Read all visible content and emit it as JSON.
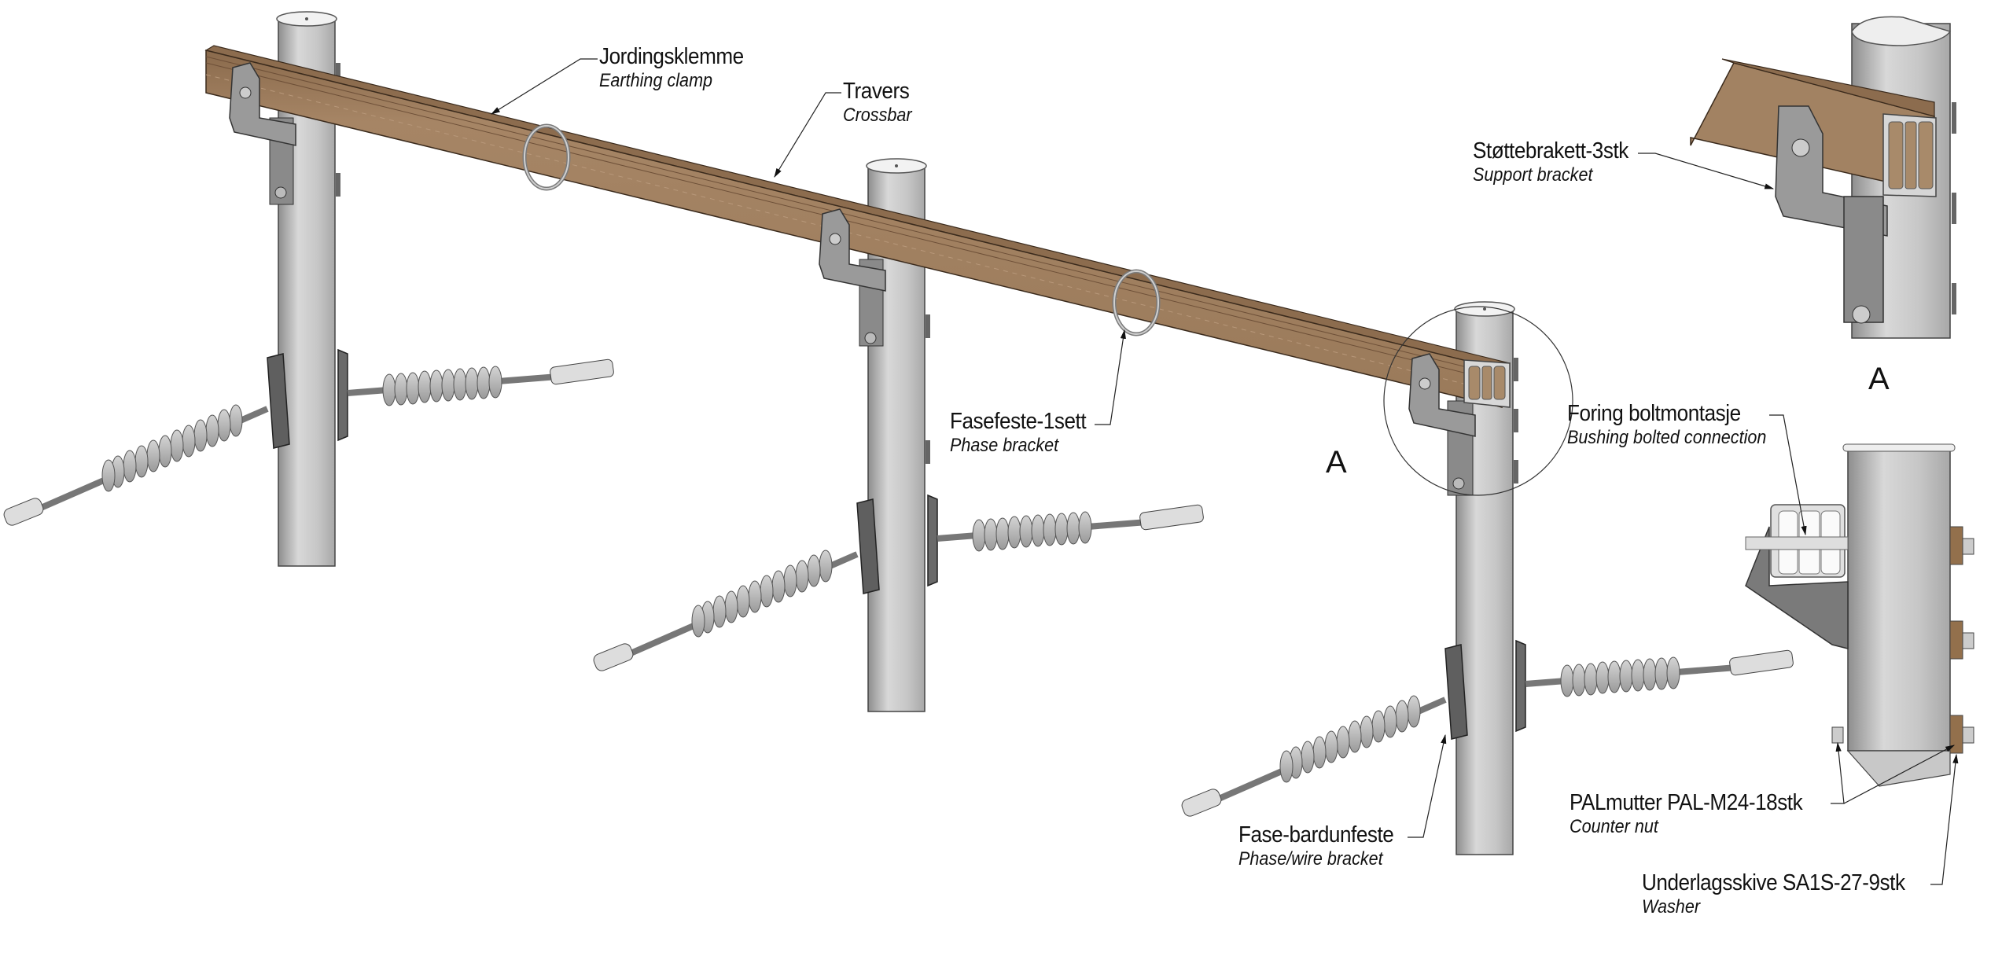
{
  "drawing": {
    "colors": {
      "crossbar": "#9c7b59",
      "crossbar_light": "#b8987a",
      "crossbar_dark": "#7e6045",
      "pole": "#c4c4c4",
      "pole_light": "#e2e2e2",
      "pole_dark": "#8e8e8e",
      "bracket": "#8a8a8a",
      "bracket_dark": "#5c5c5c",
      "insulator": "#bdbdbd",
      "line": "#222222"
    },
    "labels": [
      {
        "id": "jordingsklemme",
        "no": "Jordingsklemme",
        "en": "Earthing clamp"
      },
      {
        "id": "travers",
        "no": "Travers",
        "en": "Crossbar"
      },
      {
        "id": "fasefeste",
        "no": "Fasefeste-1sett",
        "en": "Phase bracket"
      },
      {
        "id": "fase-bardunfeste",
        "no": "Fase-bardunfeste",
        "en": "Phase/wire bracket"
      },
      {
        "id": "stottebrakett",
        "no": "Støttebrakett-3stk",
        "en": "Support bracket"
      },
      {
        "id": "foring",
        "no": "Foring boltmontasje",
        "en": "Bushing bolted connection"
      },
      {
        "id": "palmutter",
        "no": "PALmutter PAL-M24-18stk",
        "en": "Counter nut"
      },
      {
        "id": "underlagsskive",
        "no": "Underlagsskive SA1S-27-9stk",
        "en": "Washer"
      }
    ],
    "detail_marker": "A",
    "detail_title": "A"
  }
}
